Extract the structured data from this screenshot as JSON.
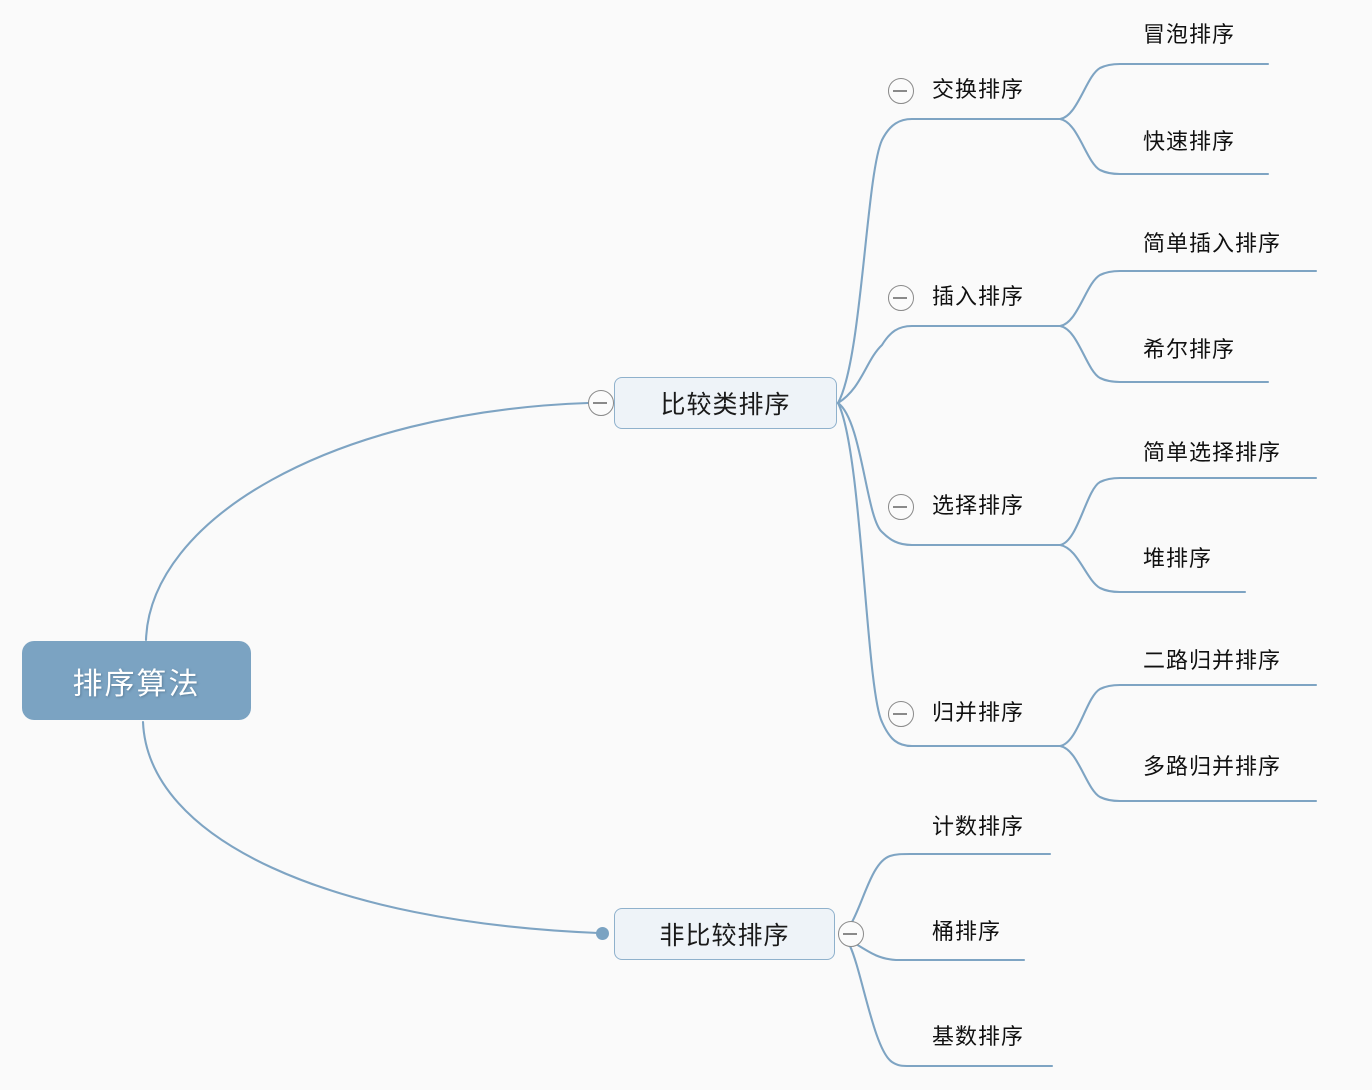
{
  "diagram": {
    "type": "mindmap",
    "title": "排序算法",
    "background_color": "#fafafa",
    "accent_color": "#7ba3c2",
    "node_fill_color": "#eef3f8",
    "node_border_color": "#8fb1cc",
    "link_color": "#7ea4c3",
    "toggle_color": "#8a8a8a",
    "root_text_color": "#ffffff"
  },
  "root": {
    "label": "排序算法"
  },
  "branches": [
    {
      "label": "比较类排序",
      "toggle": "collapse-minus-icon",
      "children": [
        {
          "label": "交换排序",
          "toggle": "collapse-minus-icon",
          "children": [
            {
              "label": "冒泡排序"
            },
            {
              "label": "快速排序"
            }
          ]
        },
        {
          "label": "插入排序",
          "toggle": "collapse-minus-icon",
          "children": [
            {
              "label": "简单插入排序"
            },
            {
              "label": "希尔排序"
            }
          ]
        },
        {
          "label": "选择排序",
          "toggle": "collapse-minus-icon",
          "children": [
            {
              "label": "简单选择排序"
            },
            {
              "label": "堆排序"
            }
          ]
        },
        {
          "label": "归并排序",
          "toggle": "collapse-minus-icon",
          "children": [
            {
              "label": "二路归并排序"
            },
            {
              "label": "多路归并排序"
            }
          ]
        }
      ]
    },
    {
      "label": "非比较排序",
      "toggle": "collapse-minus-icon",
      "children": [
        {
          "label": "计数排序"
        },
        {
          "label": "桶排序"
        },
        {
          "label": "基数排序"
        }
      ]
    }
  ]
}
